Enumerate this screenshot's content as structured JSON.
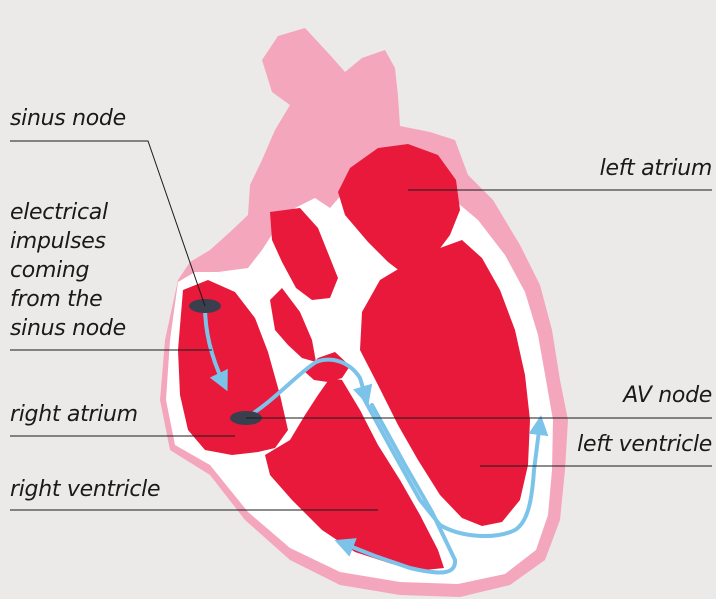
{
  "labels": {
    "sinus_node": "sinus node",
    "impulses_line1": "electrical",
    "impulses_line2": "impulses",
    "impulses_line3": "coming",
    "impulses_line4": "from the",
    "impulses_line5": "sinus node",
    "right_atrium": "right atrium",
    "right_ventricle": "right ventricle",
    "left_atrium": "left atrium",
    "av_node": "AV node",
    "left_ventricle": "left ventricle"
  },
  "colors": {
    "background": "#eceae8",
    "heart_outer": "#f4a6bd",
    "chamber": "#e8193a",
    "wall": "#ffffff",
    "node": "#3a3f4e",
    "conduction_path": "#7cc3ea",
    "leader_line": "#1a1a1a"
  }
}
